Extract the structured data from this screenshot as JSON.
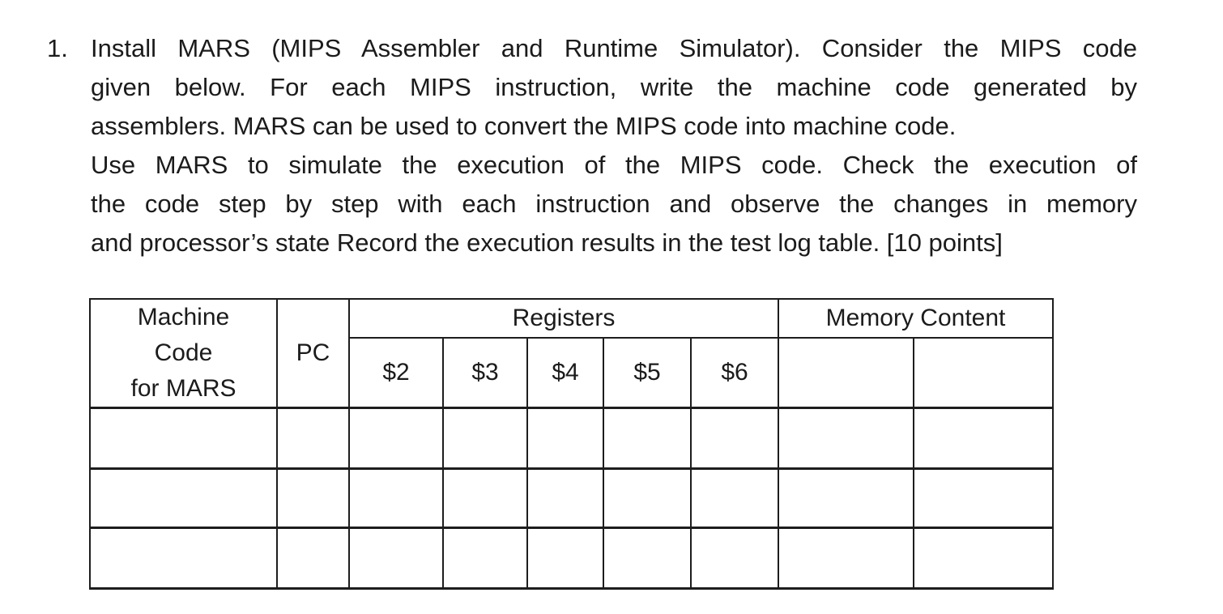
{
  "colors": {
    "ink": "#1b1b1b",
    "table_border": "#1d1d1d",
    "background": "#ffffff"
  },
  "question": {
    "number": "1.",
    "lines": [
      "Install MARS (MIPS Assembler and Runtime Simulator). Consider the MIPS code",
      "given below. For each MIPS instruction, write the machine code generated by",
      "assemblers. MARS can be used to convert the MIPS code into machine code.",
      "Use MARS to simulate the execution of the MIPS code. Check the execution of",
      "the code step by step with each instruction and observe the changes in memory",
      "and processor’s state Record the execution results in the test log table. [10 points]"
    ]
  },
  "table": {
    "header": {
      "machine_code_lines": [
        "Machine",
        "Code",
        "for MARS"
      ],
      "pc": "PC",
      "registers_group": "Registers",
      "memory_group": "Memory Content",
      "register_columns": [
        "$2",
        "$3",
        "$4",
        "$5",
        "$6"
      ],
      "memory_subcolumns": [
        "",
        ""
      ]
    },
    "body_row_count": 3,
    "body_rows": [
      [
        "",
        "",
        "",
        "",
        "",
        "",
        "",
        "",
        ""
      ],
      [
        "",
        "",
        "",
        "",
        "",
        "",
        "",
        "",
        ""
      ],
      [
        "",
        "",
        "",
        "",
        "",
        "",
        "",
        "",
        ""
      ]
    ]
  }
}
